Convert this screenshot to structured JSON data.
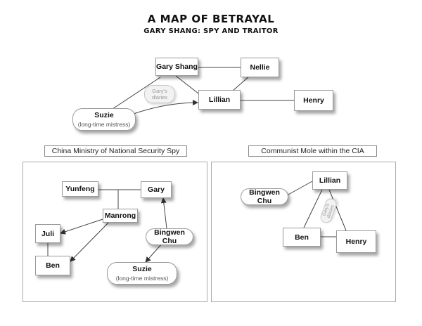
{
  "title": "A MAP OF BETRAYAL",
  "subtitle": "GARY SHANG: SPY AND TRAITOR",
  "top": {
    "gary_shang": "Gary Shang",
    "nellie": "Nellie",
    "lillian": "Lillian",
    "henry": "Henry",
    "suzie": "Suzie",
    "suzie_note": "(long-time mistress)",
    "diaries_note": "Gary's diaries"
  },
  "left_panel": {
    "label": "China Ministry of National Security Spy",
    "yunfeng": "Yunfeng",
    "gary": "Gary",
    "manrong": "Manrong",
    "juli": "Juli",
    "ben": "Ben",
    "bingwen_chu": "Bingwen Chu",
    "suzie": "Suzie",
    "suzie_note": "(long-time mistress)"
  },
  "right_panel": {
    "label": "Communist Mole within the CIA",
    "lillian": "Lillian",
    "bingwen_chu": "Bingwen Chu",
    "ben": "Ben",
    "henry": "Henry",
    "diaries_note": "Gary's diaries"
  }
}
